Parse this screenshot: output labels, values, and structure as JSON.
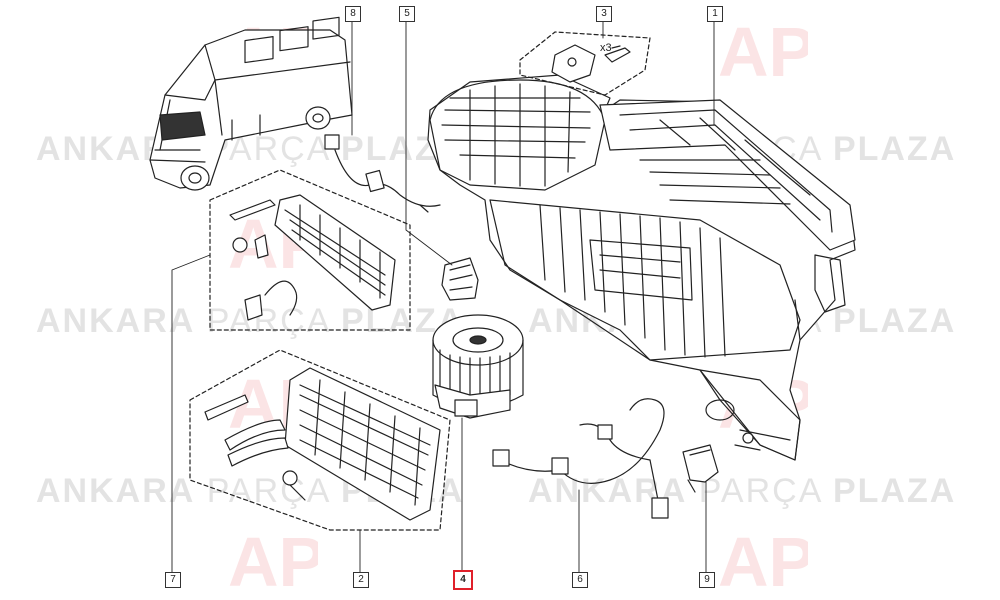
{
  "watermark": {
    "brand_left": "ANKARA",
    "brand_mid": "PARÇA",
    "brand_right": "PLAZA",
    "logo_letters": "AP",
    "color": "#e0202a"
  },
  "callouts": [
    {
      "id": "c1",
      "label": "1"
    },
    {
      "id": "c2",
      "label": "2"
    },
    {
      "id": "c3",
      "label": "3"
    },
    {
      "id": "c4",
      "label": "4",
      "highlight": true
    },
    {
      "id": "c5",
      "label": "5"
    },
    {
      "id": "c6",
      "label": "6"
    },
    {
      "id": "c7",
      "label": "7"
    },
    {
      "id": "c8",
      "label": "8"
    },
    {
      "id": "c9",
      "label": "9"
    }
  ],
  "quantity_note": "x3"
}
